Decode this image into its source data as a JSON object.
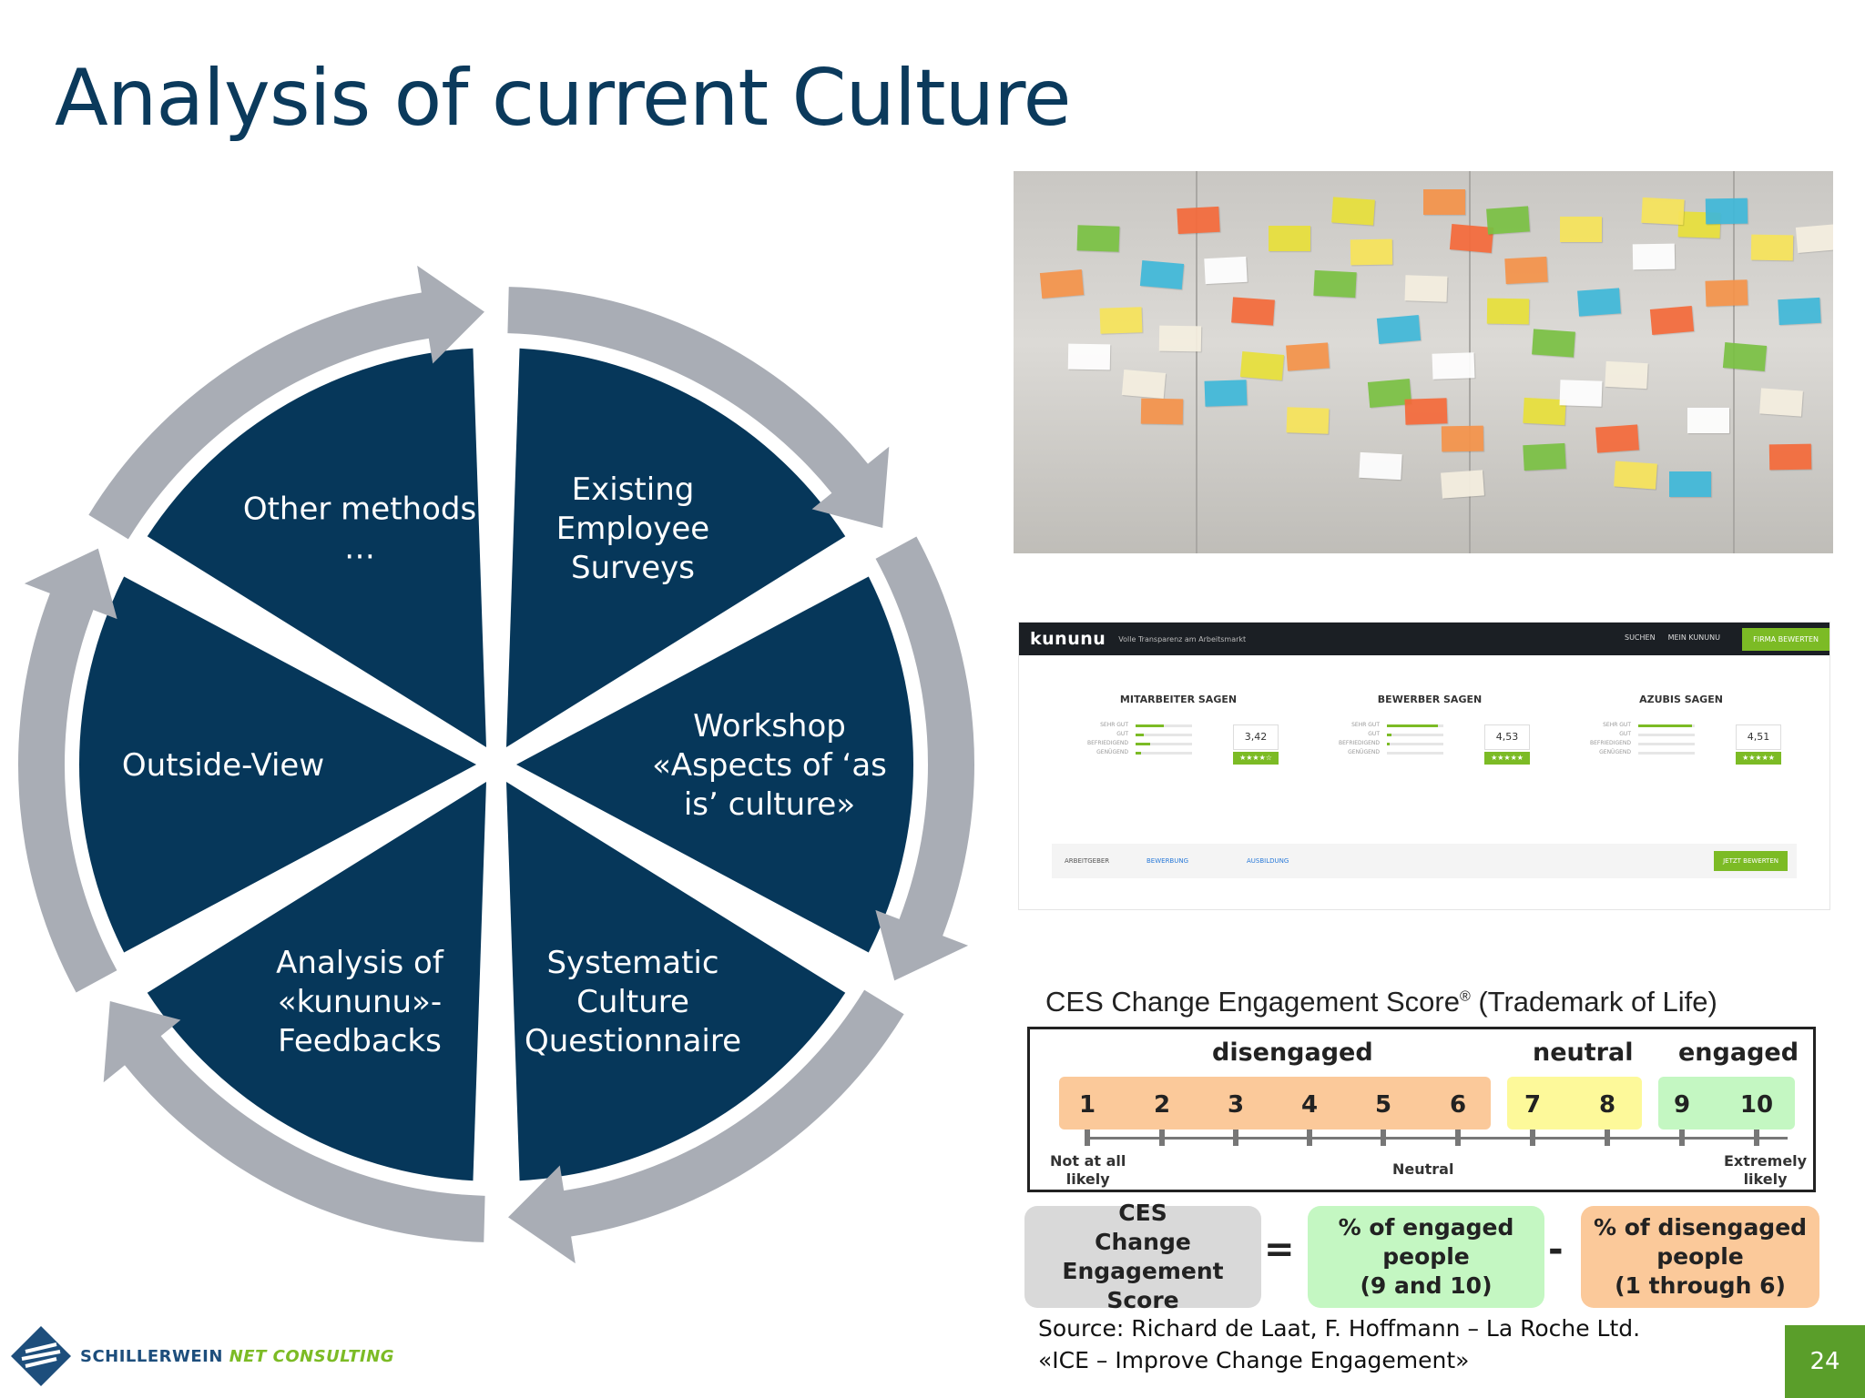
{
  "title": "Analysis of current Culture",
  "cycle": {
    "segments": [
      {
        "lines": [
          "Existing",
          "Employee",
          "Surveys"
        ]
      },
      {
        "lines": [
          "Workshop",
          "«Aspects of ‘as",
          "is’ culture»"
        ]
      },
      {
        "lines": [
          "Systematic",
          "Culture",
          "Questionnaire"
        ]
      },
      {
        "lines": [
          "Analysis of",
          "«kununu»-",
          "Feedbacks"
        ]
      },
      {
        "lines": [
          "Outside-View"
        ]
      },
      {
        "lines": [
          "Other methods",
          "…"
        ]
      }
    ],
    "colors": {
      "segment": "#06375a",
      "arrow": "#a9adb5"
    }
  },
  "kununu": {
    "logo": "kununu",
    "tagline": "Volle Transparenz am Arbeitsmarkt",
    "nav": [
      "SUCHEN",
      "MEIN KUNUNU"
    ],
    "cta": "FIRMA BEWERTEN",
    "columns": [
      {
        "title": "MITARBEITER SAGEN",
        "score": "3,42",
        "stars": "★★★★☆"
      },
      {
        "title": "BEWERBER SAGEN",
        "score": "4,53",
        "stars": "★★★★★"
      },
      {
        "title": "AZUBIS SAGEN",
        "score": "4,51",
        "stars": "★★★★★"
      }
    ],
    "rows": [
      "SEHR GUT",
      "GUT",
      "BEFRIEDIGEND",
      "GENÜGEND"
    ],
    "footer": {
      "employer": "ARBEITGEBER",
      "review": "BEWERBUNG",
      "training": "AUSBILDUNG",
      "button": "JETZT BEWERTEN"
    }
  },
  "ces": {
    "title": "CES Change Engagement Score",
    "trademark_mark": "®",
    "title_suffix": " (Trademark of Life)",
    "groups": {
      "disengaged": "disengaged",
      "neutral": "neutral",
      "engaged": "engaged"
    },
    "scale": [
      "1",
      "2",
      "3",
      "4",
      "5",
      "6",
      "7",
      "8",
      "9",
      "10"
    ],
    "low_label": [
      "Not at all",
      "likely"
    ],
    "mid_label": "Neutral",
    "high_label": [
      "Extremely",
      "likely"
    ],
    "colors": {
      "disengaged": "#fbc99a",
      "neutral": "#fdf99a",
      "engaged": "#c4f7c2"
    },
    "formula": {
      "score": [
        "CES",
        "Change",
        "Engagement Score"
      ],
      "equals": "=",
      "engaged": [
        "% of engaged",
        "people",
        "(9 and 10)"
      ],
      "minus": "-",
      "disengaged": [
        "% of disengaged",
        "people",
        "(1 through 6)"
      ]
    }
  },
  "source": [
    "Source: Richard de Laat, F. Hoffmann – La Roche Ltd.",
    "«ICE – Improve Change Engagement»"
  ],
  "logo": {
    "part1": "SCHILLERWEIN ",
    "part2": "NET CONSULTING"
  },
  "page_number": "24"
}
